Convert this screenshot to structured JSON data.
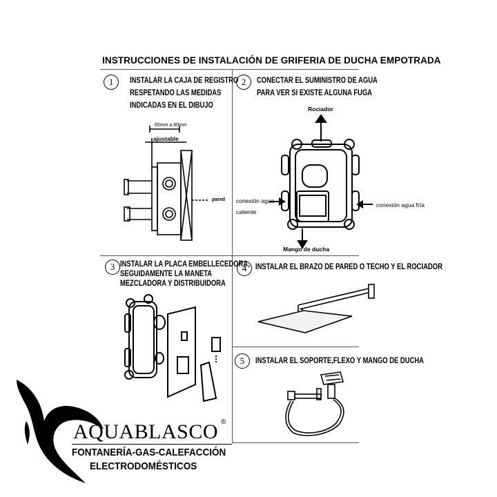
{
  "title": "INSTRUCCIONES DE INSTALACIÓN DE GRIFERIA DE DUCHA EMPOTRADA",
  "steps": [
    {
      "num": "1",
      "lines": [
        "INSTALAR LA CAJA DE REGISTRO",
        "RESPETANDO LAS MEDIDAS",
        "INDICADAS EN EL DIBUJO"
      ]
    },
    {
      "num": "2",
      "lines": [
        "CONECTAR EL SUMINISTRO DE AGUA",
        "PARA VER SI EXISTE ALGUNA FUGA"
      ]
    },
    {
      "num": "3",
      "lines": [
        "INSTALAR LA PLACA EMBELLECEDORA,",
        "SEGUIDAMENTE LA MANETA",
        "MEZCLADORA Y DISTRIBUIDORA"
      ]
    },
    {
      "num": "4",
      "lines": [
        "INSTALAR EL BRAZO DE PARED O TECHO Y EL ROCIADOR"
      ]
    },
    {
      "num": "5",
      "lines": [
        "INSTALAR EL SOPORTE,FLEXO Y MANGO DE DUCHA"
      ]
    }
  ],
  "diagram1": {
    "dimension": "65mm a 80mm",
    "adjustable": "ajustable",
    "wall": "pared"
  },
  "diagram2": {
    "sprayer": "Rociador",
    "hot": [
      "conexión agua",
      "caliente"
    ],
    "cold": "conexión agua fría",
    "handle": "Mango de ducha"
  },
  "brand": {
    "name": "AQUABLASCO",
    "registered": "®",
    "tagline1": "FONTANERÍA-GAS-CALEFACCIÓN",
    "tagline2": "ELECTRODOMÉSTICOS"
  }
}
